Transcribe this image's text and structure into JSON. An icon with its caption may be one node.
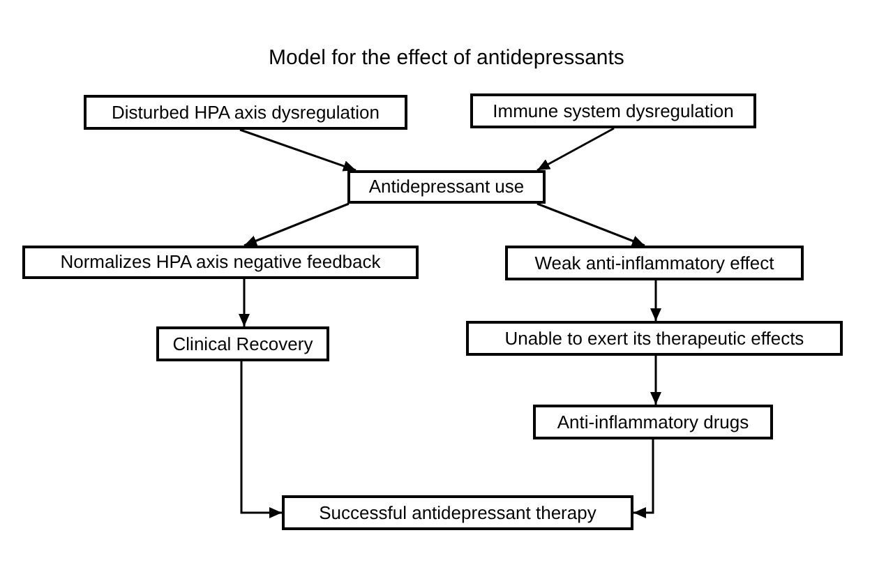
{
  "diagram": {
    "title": "Model for the effect of antidepressants",
    "nodes": [
      {
        "text": [
          "Disturbed HPA axis dysregulation"
        ]
      },
      {
        "text": [
          "Immune system dysregulation"
        ]
      },
      {
        "text": [
          "Antidepressant use"
        ]
      },
      {
        "text": [
          "Normalizes HPA axis negative feedback"
        ]
      },
      {
        "text": [
          "Weak anti-inflammatory effect"
        ]
      },
      {
        "text": [
          "Clinical Recovery"
        ]
      },
      {
        "text": [
          "Unable to exert its therapeutic effects"
        ]
      },
      {
        "text": [
          "Anti-inflammatory drugs"
        ]
      },
      {
        "text": [
          "Successful antidepressant therapy"
        ]
      }
    ],
    "edges": [
      {
        "from": 0,
        "to": 2,
        "arrow": "to"
      },
      {
        "from": 1,
        "to": 2,
        "arrow": "to"
      },
      {
        "from": 2,
        "to": 3,
        "arrow": "to"
      },
      {
        "from": 2,
        "to": 4,
        "arrow": "to"
      },
      {
        "from": 3,
        "to": 5,
        "arrow": "to"
      },
      {
        "from": 4,
        "to": 6,
        "arrow": "to"
      },
      {
        "from": 6,
        "to": 7,
        "arrow": "to"
      },
      {
        "from": 5,
        "to": 8,
        "arrow": "to"
      },
      {
        "from": 7,
        "to": 8,
        "arrow": "to"
      }
    ]
  }
}
